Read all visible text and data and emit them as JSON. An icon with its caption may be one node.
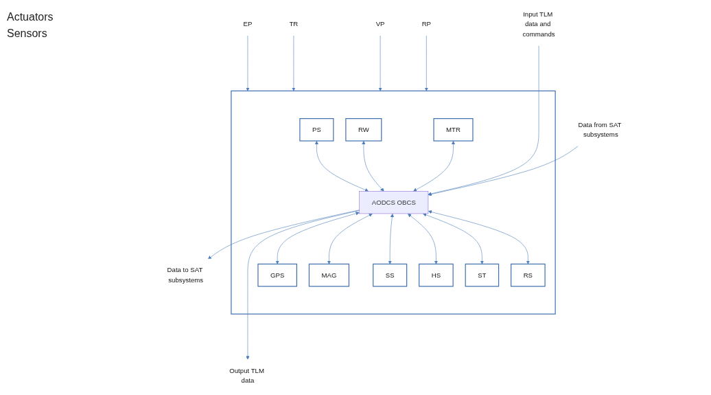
{
  "diagram": {
    "nodes": [
      {
        "text": [],
        "shape": "box"
      },
      {
        "text": [
          "PS"
        ],
        "in": 0
      },
      {
        "text": [
          "RW"
        ],
        "in": 0
      },
      {
        "text": [
          "MTR"
        ],
        "in": 0
      },
      {
        "text": [
          "AODCS OBCS"
        ],
        "in": 0
      },
      {
        "text": [
          "GPS"
        ],
        "in": 0
      },
      {
        "text": [
          "MAG"
        ],
        "in": 0
      },
      {
        "text": [
          "SS"
        ],
        "in": 0
      },
      {
        "text": [
          "HS"
        ],
        "in": 0
      },
      {
        "text": [
          "ST"
        ],
        "in": 0
      },
      {
        "text": [
          "RS"
        ],
        "in": 0
      },
      {
        "text": [
          "Data from SAT subsystems"
        ]
      },
      {
        "text": [
          "Input TLM data and commands"
        ]
      },
      {
        "text": [
          "Data to SAT subsystems"
        ]
      },
      {
        "text": [
          "Output TLM data"
        ]
      },
      {
        "text": [
          "EP"
        ]
      },
      {
        "text": [
          "TR"
        ]
      },
      {
        "text": [
          "VP"
        ]
      },
      {
        "text": [
          "RP"
        ]
      }
    ],
    "edges": [
      {
        "from": 1,
        "to": 4,
        "arrow": "both"
      },
      {
        "from": 2,
        "to": 4,
        "arrow": "both"
      },
      {
        "from": 3,
        "to": 4,
        "arrow": "both"
      },
      {
        "from": 11,
        "to": 4,
        "arrow": "to"
      },
      {
        "from": 12,
        "to": 4,
        "arrow": "to"
      },
      {
        "from": 4,
        "to": 13,
        "arrow": "to"
      },
      {
        "from": 4,
        "to": 14,
        "arrow": "to"
      },
      {
        "from": 4,
        "to": 5,
        "arrow": "both"
      },
      {
        "from": 4,
        "to": 6,
        "arrow": "both"
      },
      {
        "from": 4,
        "to": 7,
        "arrow": "both"
      },
      {
        "from": 4,
        "to": 8,
        "arrow": "both"
      },
      {
        "from": 4,
        "to": 9,
        "arrow": "both"
      },
      {
        "from": 4,
        "to": 10,
        "arrow": "both"
      },
      {
        "from": 15,
        "to": 0,
        "arrow": "to"
      },
      {
        "from": 16,
        "to": 0,
        "arrow": "to"
      },
      {
        "from": 17,
        "to": 0,
        "arrow": "to"
      },
      {
        "from": 18,
        "to": 0,
        "arrow": "to"
      }
    ],
    "labels": [
      "Actuators",
      "Sensors"
    ]
  }
}
